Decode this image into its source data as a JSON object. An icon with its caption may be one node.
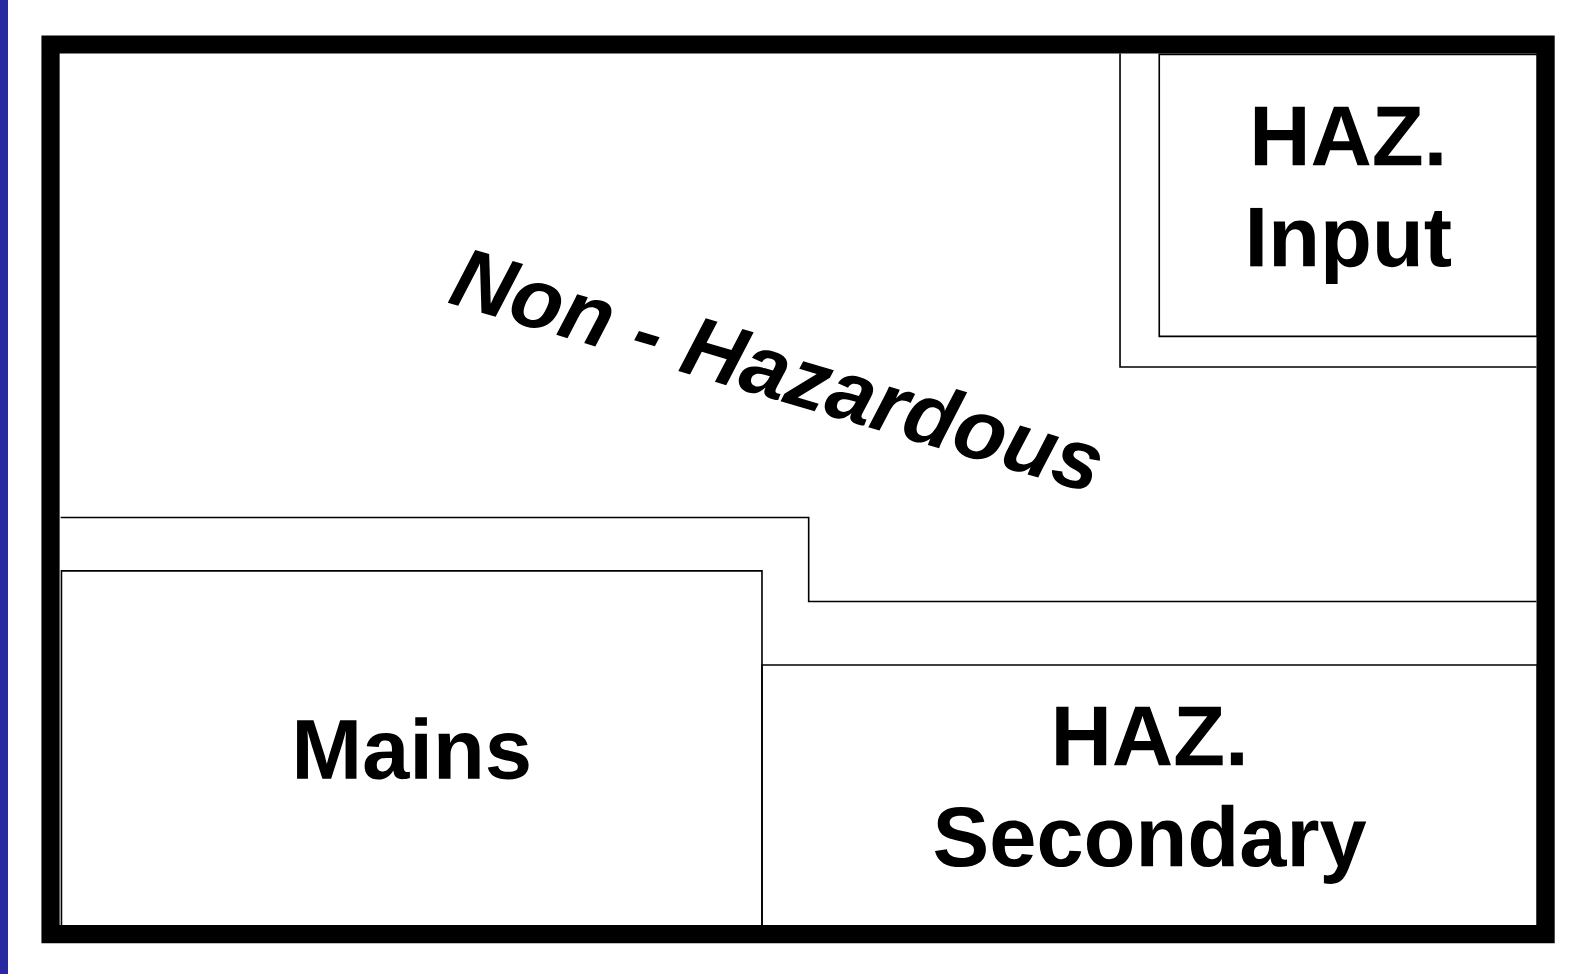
{
  "diagram": {
    "nodes": [
      {
        "text": [
          "Non - Hazardous"
        ]
      },
      {
        "text": [
          "HAZ. Input"
        ],
        "in": 0
      },
      {
        "text": [
          "Mains"
        ],
        "in": 0
      },
      {
        "text": [
          "HAZ. Secondary"
        ],
        "in": 0
      }
    ],
    "edges": []
  }
}
